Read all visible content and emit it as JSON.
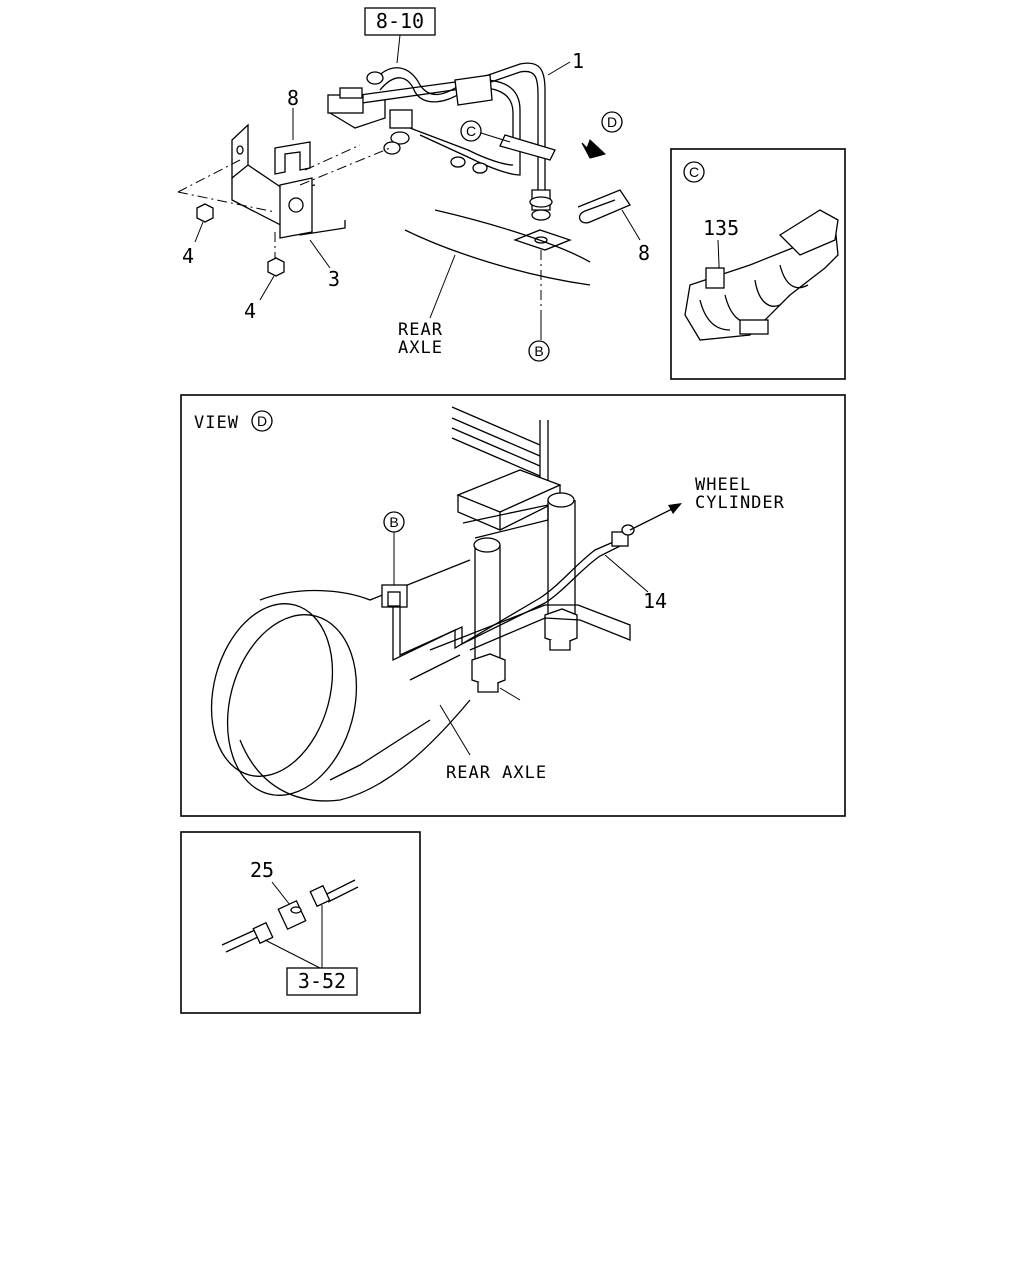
{
  "refs": {
    "ref_8_10": "8-10",
    "ref_3_52": "3-52"
  },
  "callouts": {
    "c1": "1",
    "c3": "3",
    "c4_upper": "4",
    "c4_lower": "4",
    "c8_left": "8",
    "c8_right": "8",
    "c14": "14",
    "c25": "25",
    "c135": "135"
  },
  "circle_letters": {
    "C_main": "C",
    "D_arrow": "D",
    "B_main": "B",
    "C_inset": "C",
    "D_view": "D",
    "B_view": "B"
  },
  "text": {
    "rear_axle_top_line1": "REAR",
    "rear_axle_top_line2": "AXLE",
    "view_label": "VIEW",
    "wheel_cylinder_line1": "WHEEL",
    "wheel_cylinder_line2": "CYLINDER",
    "rear_axle_view": "REAR AXLE"
  }
}
